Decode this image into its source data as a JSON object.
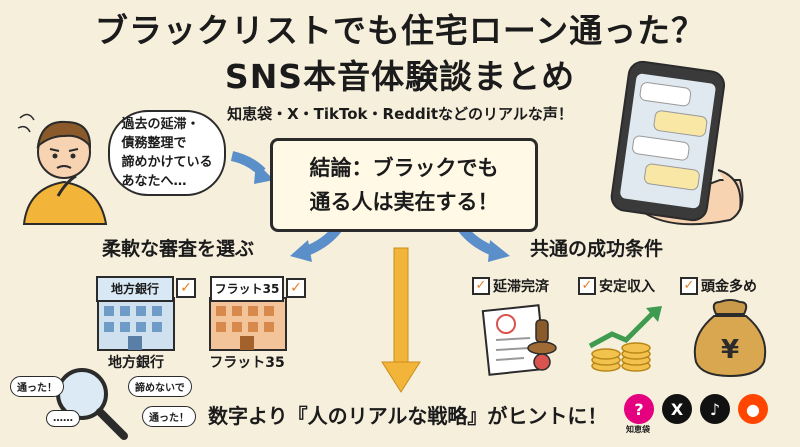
{
  "header": {
    "title_line1": "ブラックリストでも住宅ローン通った？",
    "title_line2": "SNS本音体験談まとめ",
    "subtitle": "知恵袋・X・TikTok・Redditなどのリアルな声！"
  },
  "bubble_text": "過去の延滞・\n債務整理で\n諦めかけている\nあなたへ…",
  "conclusion": {
    "line1": "結論：ブラックでも",
    "line2": "通る人は実在する！"
  },
  "left_section": {
    "heading": "柔軟な審査を選ぶ",
    "options": [
      {
        "sign": "地方銀行",
        "caption": "地方銀行"
      },
      {
        "sign": "フラット35",
        "caption": "フラット35"
      }
    ]
  },
  "right_section": {
    "heading": "共通の成功条件",
    "conditions": [
      "延滞完済",
      "安定収入",
      "頭金多め"
    ]
  },
  "chat_bubbles": [
    "通った！",
    "諦めないで",
    "通った！",
    "……"
  ],
  "footer": "数字より『人のリアルな戦略』がヒントに！",
  "brands": {
    "chiebukuro_label": "知恵袋",
    "x_icon": "X",
    "tiktok_icon": "tiktok-icon",
    "reddit_icon": "reddit-icon"
  },
  "money_symbol": "¥",
  "colors": {
    "background": "#f6efdc",
    "arrow_blue": "#5b8fc9",
    "check_orange": "#e67e22",
    "shirt_yellow": "#f2b53a"
  }
}
